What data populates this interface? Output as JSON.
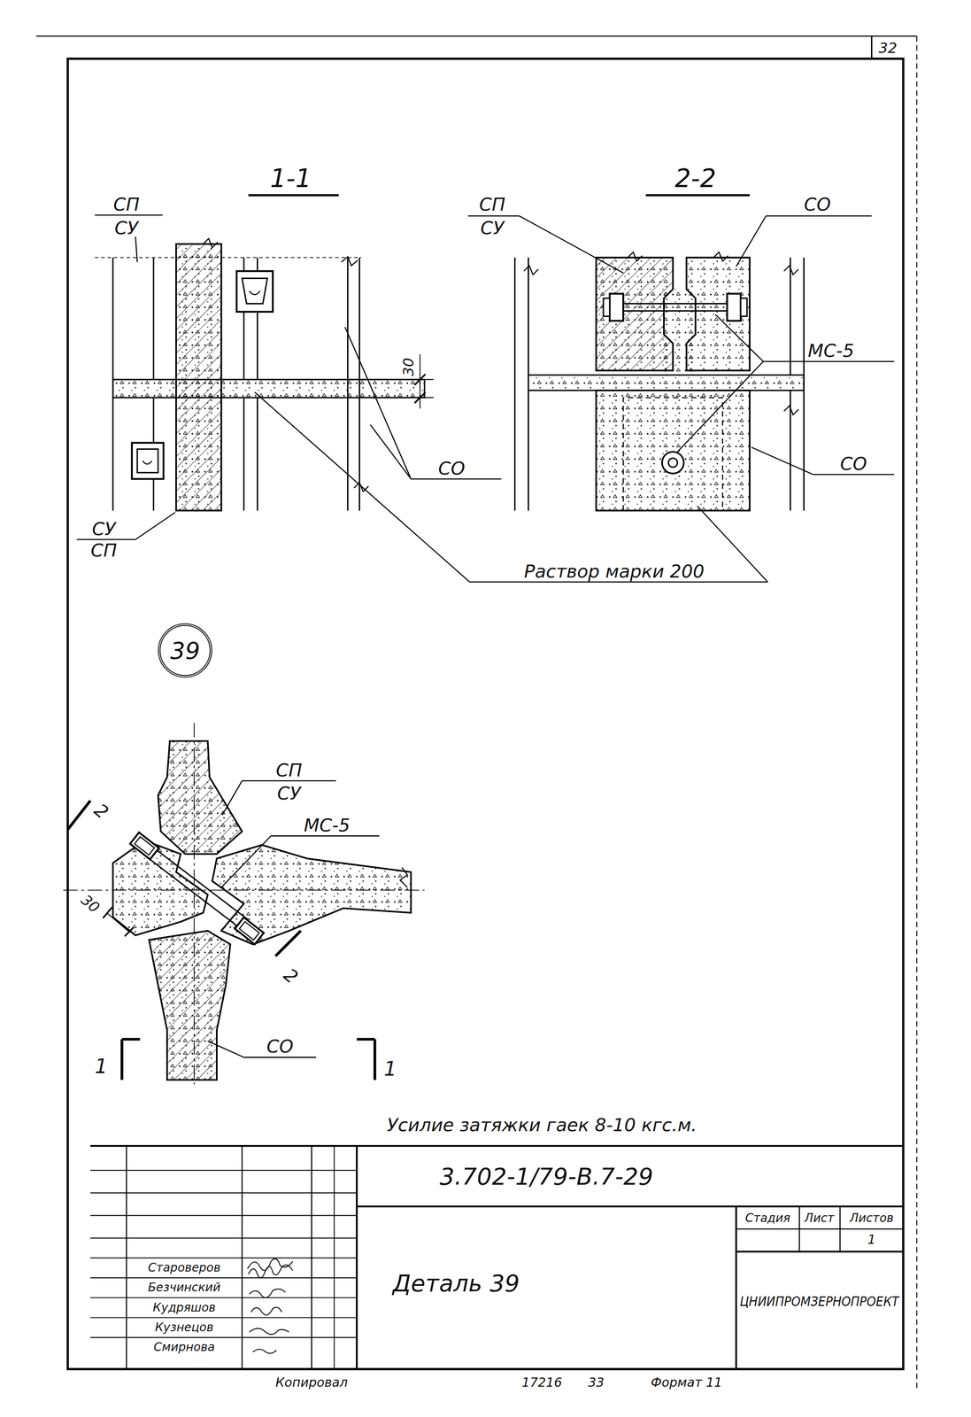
{
  "diagram": {
    "nodes": [
      {
        "text": [
          "39"
        ]
      }
    ],
    "labels": [
      "32",
      "1-1",
      "2-2",
      "СП",
      "СУ",
      "30",
      "СО",
      "СУ",
      "СП",
      "Раствор марки 200",
      "СП",
      "СУ",
      "СО",
      "МС-5",
      "СО",
      "СП",
      "СУ",
      "МС-5",
      "30",
      "СО",
      "2",
      "2",
      "1",
      "1",
      "Усилие затяжки гаек 8-10 кгс.м.",
      "3.702-1/79-В.7-29",
      "Стадия",
      "Лист",
      "Листов",
      "1",
      "Деталь 39",
      "ЦНИИПРОМЗЕРНОПРОЕКТ",
      "Староверов",
      "Безчинский",
      "Кудряшов",
      "Кузнецов",
      "Смирнова",
      "Копировал",
      "17216",
      "33",
      "Формат 11"
    ]
  }
}
